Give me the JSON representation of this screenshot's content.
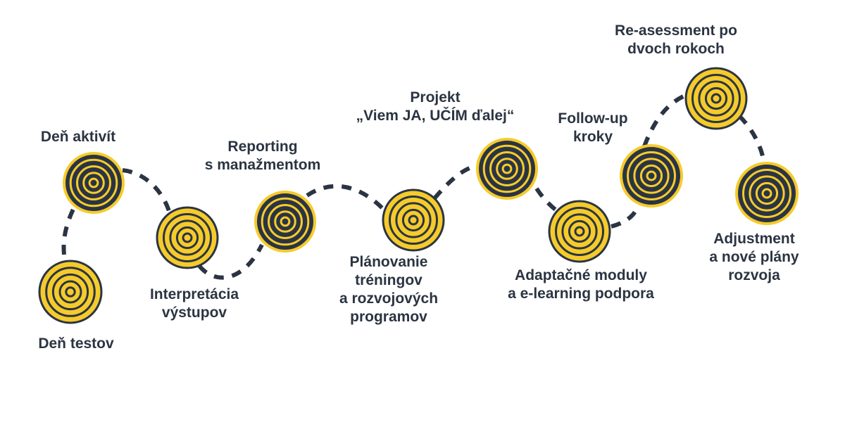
{
  "colors": {
    "dark": "#2b3442",
    "yellow": "#f5cb2c",
    "text": "#2b3442"
  },
  "steps": [
    {
      "name": "den-testov",
      "style": "yellow",
      "lines": [
        "Deň testov"
      ]
    },
    {
      "name": "den-aktivit",
      "style": "dark",
      "lines": [
        "Deň aktivít"
      ]
    },
    {
      "name": "interpretacia-vystupov",
      "style": "yellow",
      "lines": [
        "Interpretácia",
        "výstupov"
      ]
    },
    {
      "name": "reporting",
      "style": "dark",
      "lines": [
        "Reporting",
        "s manažmentom"
      ]
    },
    {
      "name": "planovanie",
      "style": "yellow",
      "lines": [
        "Plánovanie",
        "tréningov",
        "a rozvojových",
        "programov"
      ]
    },
    {
      "name": "projekt",
      "style": "dark",
      "lines": [
        "Projekt",
        "„Viem JA, UČÍM ďalej“"
      ]
    },
    {
      "name": "adaptacne-moduly",
      "style": "yellow",
      "lines": [
        "Adaptačné moduly",
        "a e-learning podpora"
      ]
    },
    {
      "name": "follow-up",
      "style": "dark",
      "lines": [
        "Follow-up",
        "kroky"
      ]
    },
    {
      "name": "re-assessment",
      "style": "yellow",
      "lines": [
        "Re-asessment po",
        "dvoch rokoch"
      ]
    },
    {
      "name": "adjustment",
      "style": "dark",
      "lines": [
        "Adjustment",
        "a nové plány",
        "rozvoja"
      ]
    }
  ]
}
